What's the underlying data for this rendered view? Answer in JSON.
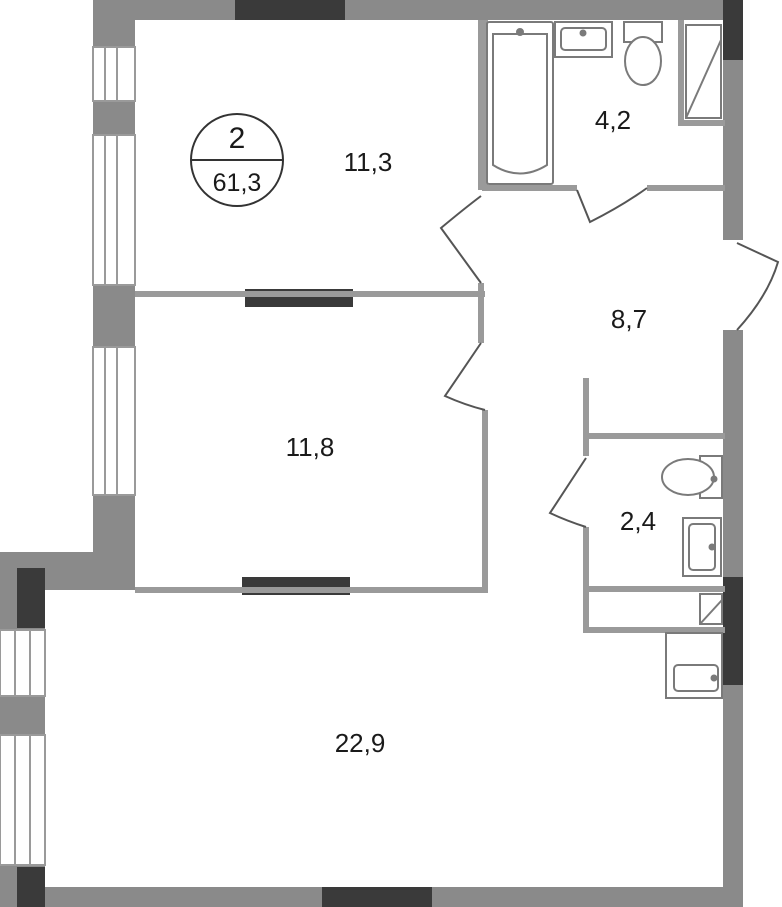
{
  "apartment": {
    "rooms": "2",
    "total_area": "61,3"
  },
  "rooms": [
    {
      "id": "bedroom-north",
      "area": "11,3"
    },
    {
      "id": "bathroom",
      "area": "4,2"
    },
    {
      "id": "hallway",
      "area": "8,7"
    },
    {
      "id": "bedroom-middle",
      "area": "11,8"
    },
    {
      "id": "toilet",
      "area": "2,4"
    },
    {
      "id": "living-kitchen",
      "area": "22,9"
    }
  ],
  "colors": {
    "wall": "#8a8a8a",
    "wall_dark": "#3a3a3a",
    "partition": "#9a9a9a",
    "fixture": "#7a7a7a",
    "window_frame": "#9a9a9a"
  }
}
